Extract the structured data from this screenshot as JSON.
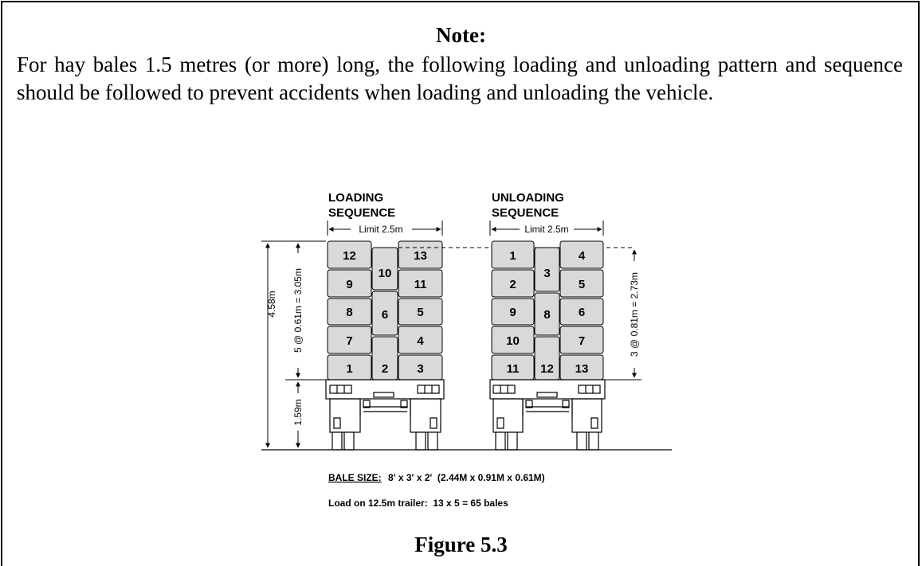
{
  "note": {
    "heading": "Note:",
    "body": "For hay bales 1.5 metres (or more) long, the following loading and unloading pattern and sequence should be followed to prevent accidents when loading and unloading the vehicle."
  },
  "diagram": {
    "loading": {
      "title_line1": "LOADING",
      "title_line2": "SEQUENCE",
      "limit": "Limit 2.5m",
      "left_col": [
        "12",
        "9",
        "8",
        "7",
        "1"
      ],
      "mid_col": [
        "10",
        "6",
        "2"
      ],
      "right_col": [
        "13",
        "11",
        "5",
        "4",
        "3"
      ],
      "dim_total": "4.58m",
      "dim_stack": "5 @ 0.61m = 3.05m",
      "dim_bed": "1.59m"
    },
    "unloading": {
      "title_line1": "UNLOADING",
      "title_line2": "SEQUENCE",
      "limit": "Limit 2.5m",
      "left_col": [
        "1",
        "2",
        "9",
        "10",
        "11"
      ],
      "mid_col": [
        "3",
        "8",
        "12"
      ],
      "right_col": [
        "4",
        "5",
        "6",
        "7",
        "13"
      ],
      "dim_stack": "3 @ 0.81m = 2.73m"
    },
    "bale_size_label": "BALE SIZE:",
    "bale_size_value": "8' x 3' x 2'  (2.44M x 0.91M x 0.61M)",
    "load_text": "Load on 12.5m trailer:  13 x 5 = 65 bales"
  },
  "figure": {
    "caption": "Figure 5.3"
  },
  "colors": {
    "bale_fill": "#d9d9d9",
    "line": "#000000",
    "background": "#ffffff"
  }
}
